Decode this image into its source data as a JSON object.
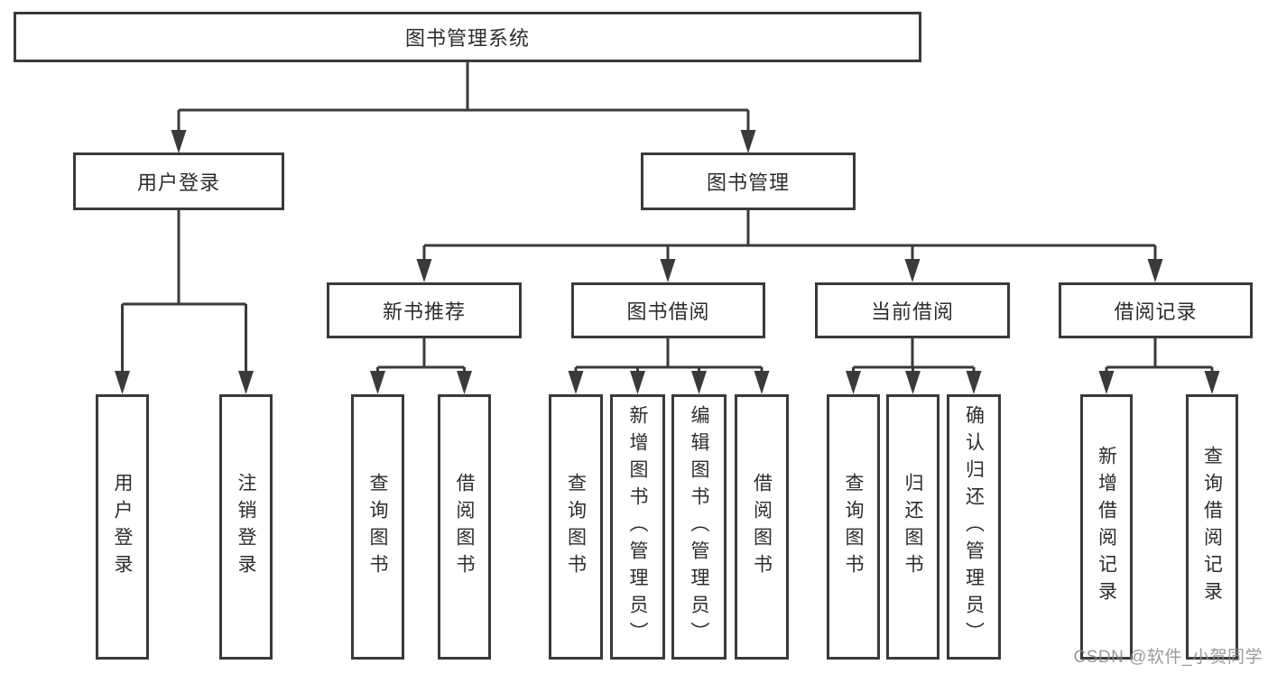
{
  "nodes": {
    "root": "图书管理系统",
    "user_login": "用户登录",
    "book_management": "图书管理",
    "new_book_recommend": "新书推荐",
    "book_borrow": "图书借阅",
    "current_borrow": "当前借阅",
    "borrow_records": "借阅记录",
    "leaves": {
      "user": [
        "用户登录",
        "注销登录"
      ],
      "recommend": [
        "查询图书",
        "借阅图书"
      ],
      "borrow": [
        "查询图书",
        "新增图书（管理员）",
        "编辑图书（管理员）",
        "借阅图书"
      ],
      "current": [
        "查询图书",
        "归还图书",
        "确认归还（管理员）"
      ],
      "records": [
        "新增借阅记录",
        "查询借阅记录"
      ]
    }
  },
  "watermark": "CSDN @软件_小贺同学",
  "colors": {
    "line": "#3a3a3a",
    "box_border": "#3a3a3a",
    "text": "#2d2d2d",
    "watermark": "#8b8b94",
    "background": "#ffffff"
  }
}
